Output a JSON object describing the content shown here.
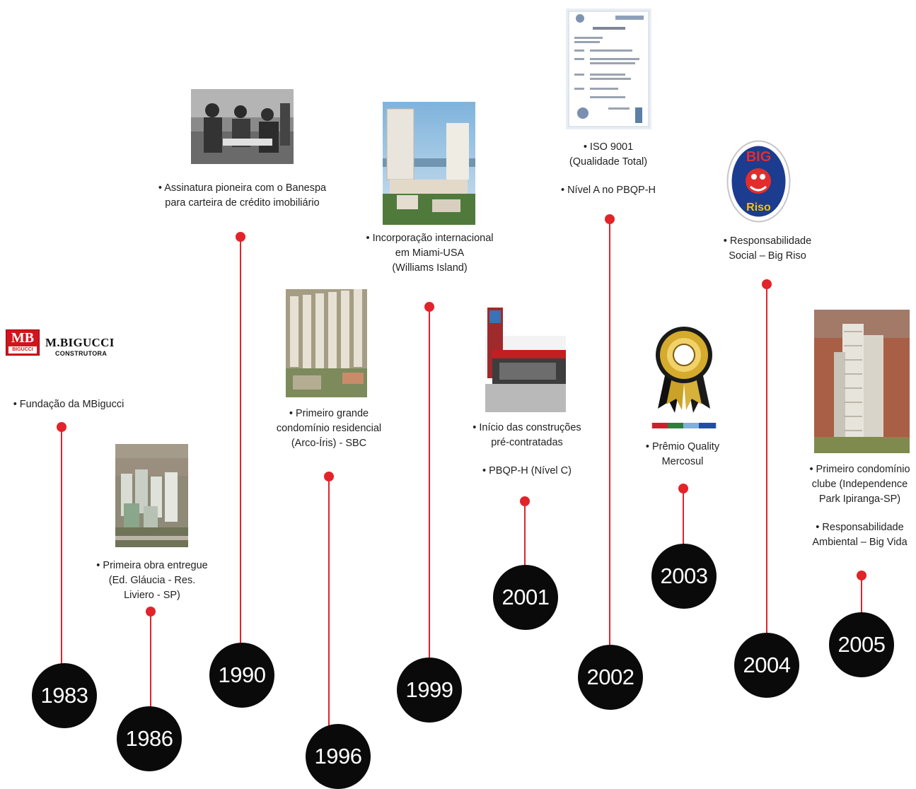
{
  "logo": {
    "mark": "MB",
    "mark_sub": "BIGUCCI",
    "name": "M.BIGUCCI",
    "tagline": "CONSTRUTORA"
  },
  "colors": {
    "accent": "#e2232a",
    "year_badge": "#0a0a0a"
  },
  "milestones": [
    {
      "year": "1983",
      "lines": [
        "• Fundação da MBigucci"
      ]
    },
    {
      "year": "1986",
      "lines": [
        "• Primeira obra entregue\n(Ed. Gláucia - Res.\nLiviero - SP)"
      ]
    },
    {
      "year": "1990",
      "lines": [
        "• Assinatura pioneira com o Banespa\npara carteira de crédito imobiliário"
      ]
    },
    {
      "year": "1996",
      "lines": [
        "• Primeiro grande\ncondomínio residencial\n(Arco-Íris) - SBC"
      ]
    },
    {
      "year": "1999",
      "lines": [
        "• Incorporação internacional\nem Miami-USA\n(Williams Island)"
      ]
    },
    {
      "year": "2001",
      "lines": [
        "• Início das construções\npré-contratadas",
        "• PBQP-H (Nível C)"
      ]
    },
    {
      "year": "2002",
      "lines": [
        "• ISO 9001\n(Qualidade Total)",
        "• Nível A no PBQP-H"
      ]
    },
    {
      "year": "2003",
      "lines": [
        "• Prêmio Quality\nMercosul"
      ]
    },
    {
      "year": "2004",
      "lines": [
        "• Responsabilidade\nSocial – Big Riso"
      ]
    },
    {
      "year": "2005",
      "lines": [
        "• Primeiro condomínio\nclube (Independence\nPark Ipiranga-SP)",
        "• Responsabilidade\nAmbiental – Big Vida"
      ]
    }
  ],
  "images": {
    "1986": "aerial-buildings-photo",
    "1990": "signing-ceremony-photo",
    "1996": "condominium-aerial-photo",
    "1999": "miami-towers-photo",
    "2001": "store-facade-photo",
    "2002": "iso-certificate-image",
    "2003": "quality-award-seal-image",
    "2004": "big-riso-logo",
    "2005": "residential-towers-photo"
  }
}
